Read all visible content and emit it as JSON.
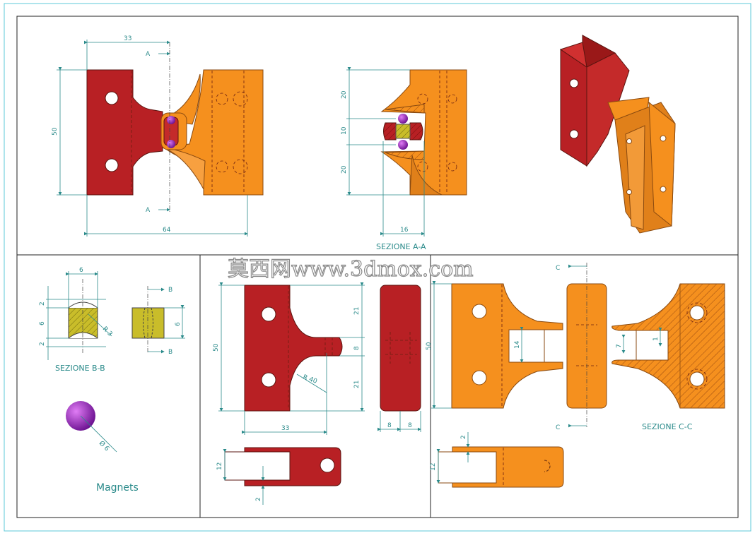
{
  "title": "Magnetic hinge technical drawing",
  "watermark": "莫西网www.3dmox.com",
  "colors": {
    "red": "#b82024",
    "orange": "#f5901e",
    "yellow": "#c9bd2a",
    "magnet": "#9b2cc9",
    "dimension": "#2a8a8a"
  },
  "labels": {
    "section_aa": "SEZIONE A-A",
    "section_bb": "SEZIONE B-B",
    "section_cc": "SEZIONE C-C",
    "magnets": "Magnets",
    "mark_a_top": "A",
    "mark_a_bottom": "A",
    "mark_b_top": "B",
    "mark_b_bottom": "B",
    "mark_c_top": "C",
    "mark_c_bottom": "C"
  },
  "dimensions": {
    "front_width_33": "33",
    "front_height_50": "50",
    "front_total_64": "64",
    "aa_20_top": "20",
    "aa_10": "10",
    "aa_20_bottom": "20",
    "aa_16": "16",
    "bb_width_6": "6",
    "bb_2_top": "2",
    "bb_6": "6",
    "bb_2_bottom": "2",
    "bb_radius": "R 3",
    "bb_side_6": "6",
    "magnet_diameter": "Ø 6",
    "red_height_50": "50",
    "red_21_top": "21",
    "red_8": "8",
    "red_21_bottom": "21",
    "red_radius": "R 40",
    "red_width_33": "33",
    "red_side_8a": "8",
    "red_side_8b": "8",
    "red_top_12": "12",
    "red_top_2": "2",
    "orange_height_50": "50",
    "orange_14": "14",
    "orange_7": "7",
    "orange_1": "1",
    "orange_top_2": "2",
    "orange_top_12": "12"
  }
}
